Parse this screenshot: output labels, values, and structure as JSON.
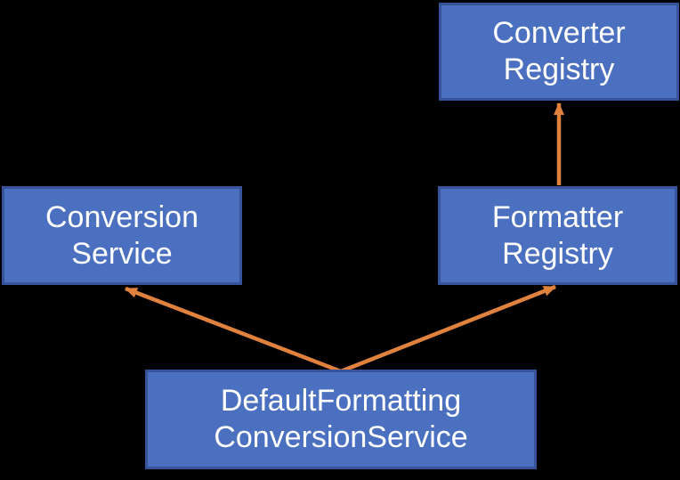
{
  "colors": {
    "node_fill": "#4B70C0",
    "node_border": "#37539B",
    "text_color": "#FFFFFF",
    "arrow_color": "#E0823E",
    "bg_color": "#000000"
  },
  "diagram": {
    "type": "dependency-diagram",
    "nodes": [
      {
        "id": "converter-registry",
        "label": "Converter\nRegistry"
      },
      {
        "id": "conversion-service",
        "label": "Conversion\nService"
      },
      {
        "id": "formatter-registry",
        "label": "Formatter\nRegistry"
      },
      {
        "id": "default-formatting-conversion-service",
        "label": "DefaultFormatting\nConversionService"
      }
    ],
    "edges": [
      {
        "from": "formatter-registry",
        "to": "converter-registry",
        "style": "orange-arrow"
      },
      {
        "from": "default-formatting-conversion-service",
        "to": "conversion-service",
        "style": "orange-arrow"
      },
      {
        "from": "default-formatting-conversion-service",
        "to": "formatter-registry",
        "style": "orange-arrow"
      }
    ]
  }
}
